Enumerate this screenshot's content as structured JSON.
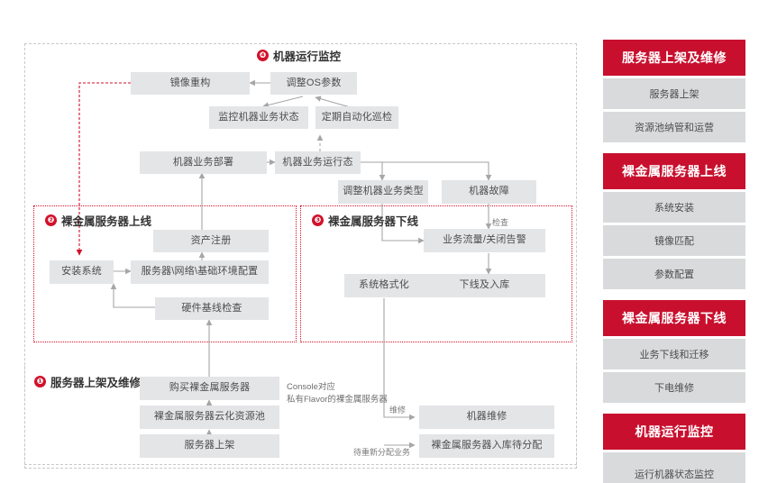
{
  "diagram": {
    "sections": [
      {
        "num": "❶",
        "title": "服务器上架及维修"
      },
      {
        "num": "❷",
        "title": "裸金属服务器上线"
      },
      {
        "num": "❸",
        "title": "裸金属服务器下线"
      },
      {
        "num": "❹",
        "title": "机器运行监控"
      }
    ],
    "boxes": {
      "mirror_rebuild": "镜像重构",
      "adjust_os_params": "调整OS参数",
      "monitor_machine_status": "监控机器业务状态",
      "periodic_auto_inspection": "定期自动化巡检",
      "machine_service_deploy": "机器业务部署",
      "machine_service_running": "机器业务运行态",
      "adjust_service_type": "调整机器业务类型",
      "machine_fault": "机器故障",
      "traffic_close_alarm": "业务流量/关闭告警",
      "offline_and_instock": "下线及入库",
      "system_format": "系统格式化",
      "asset_register": "资产注册",
      "install_system": "安装系统",
      "server_network_env_config": "服务器\\网络\\基础环境配置",
      "hardware_baseline_check": "硬件基线检查",
      "buy_bare_metal_server": "购买裸金属服务器",
      "bare_metal_cloud_pool": "裸金属服务器云化资源池",
      "server_rack_mount": "服务器上架",
      "machine_repair": "机器维修",
      "bare_metal_instock_pending": "裸金属服务器入库待分配"
    },
    "edge_labels": {
      "check": "检查",
      "repair": "维修",
      "reassign": "待重新分配业务"
    },
    "notes": {
      "console_flavor": "Console对应\n私有Flavor的裸金属服务器"
    }
  },
  "rail": {
    "groups": [
      {
        "title": "服务器上架及维修",
        "items": [
          "服务器上架",
          "资源池纳管和运营"
        ]
      },
      {
        "title": "裸金属服务器上线",
        "items": [
          "系统安装",
          "镜像匹配",
          "参数配置"
        ]
      },
      {
        "title": "裸金属服务器下线",
        "items": [
          "业务下线和迁移",
          "下电维修"
        ]
      },
      {
        "title": "机器运行监控",
        "items": [
          "运行机器状态监控"
        ]
      }
    ]
  },
  "colors": {
    "brand_red": "#c8102e",
    "accent_red": "#d2112b",
    "box_gray": "#e4e5e7",
    "rail_item_gray": "#d9dadc"
  }
}
